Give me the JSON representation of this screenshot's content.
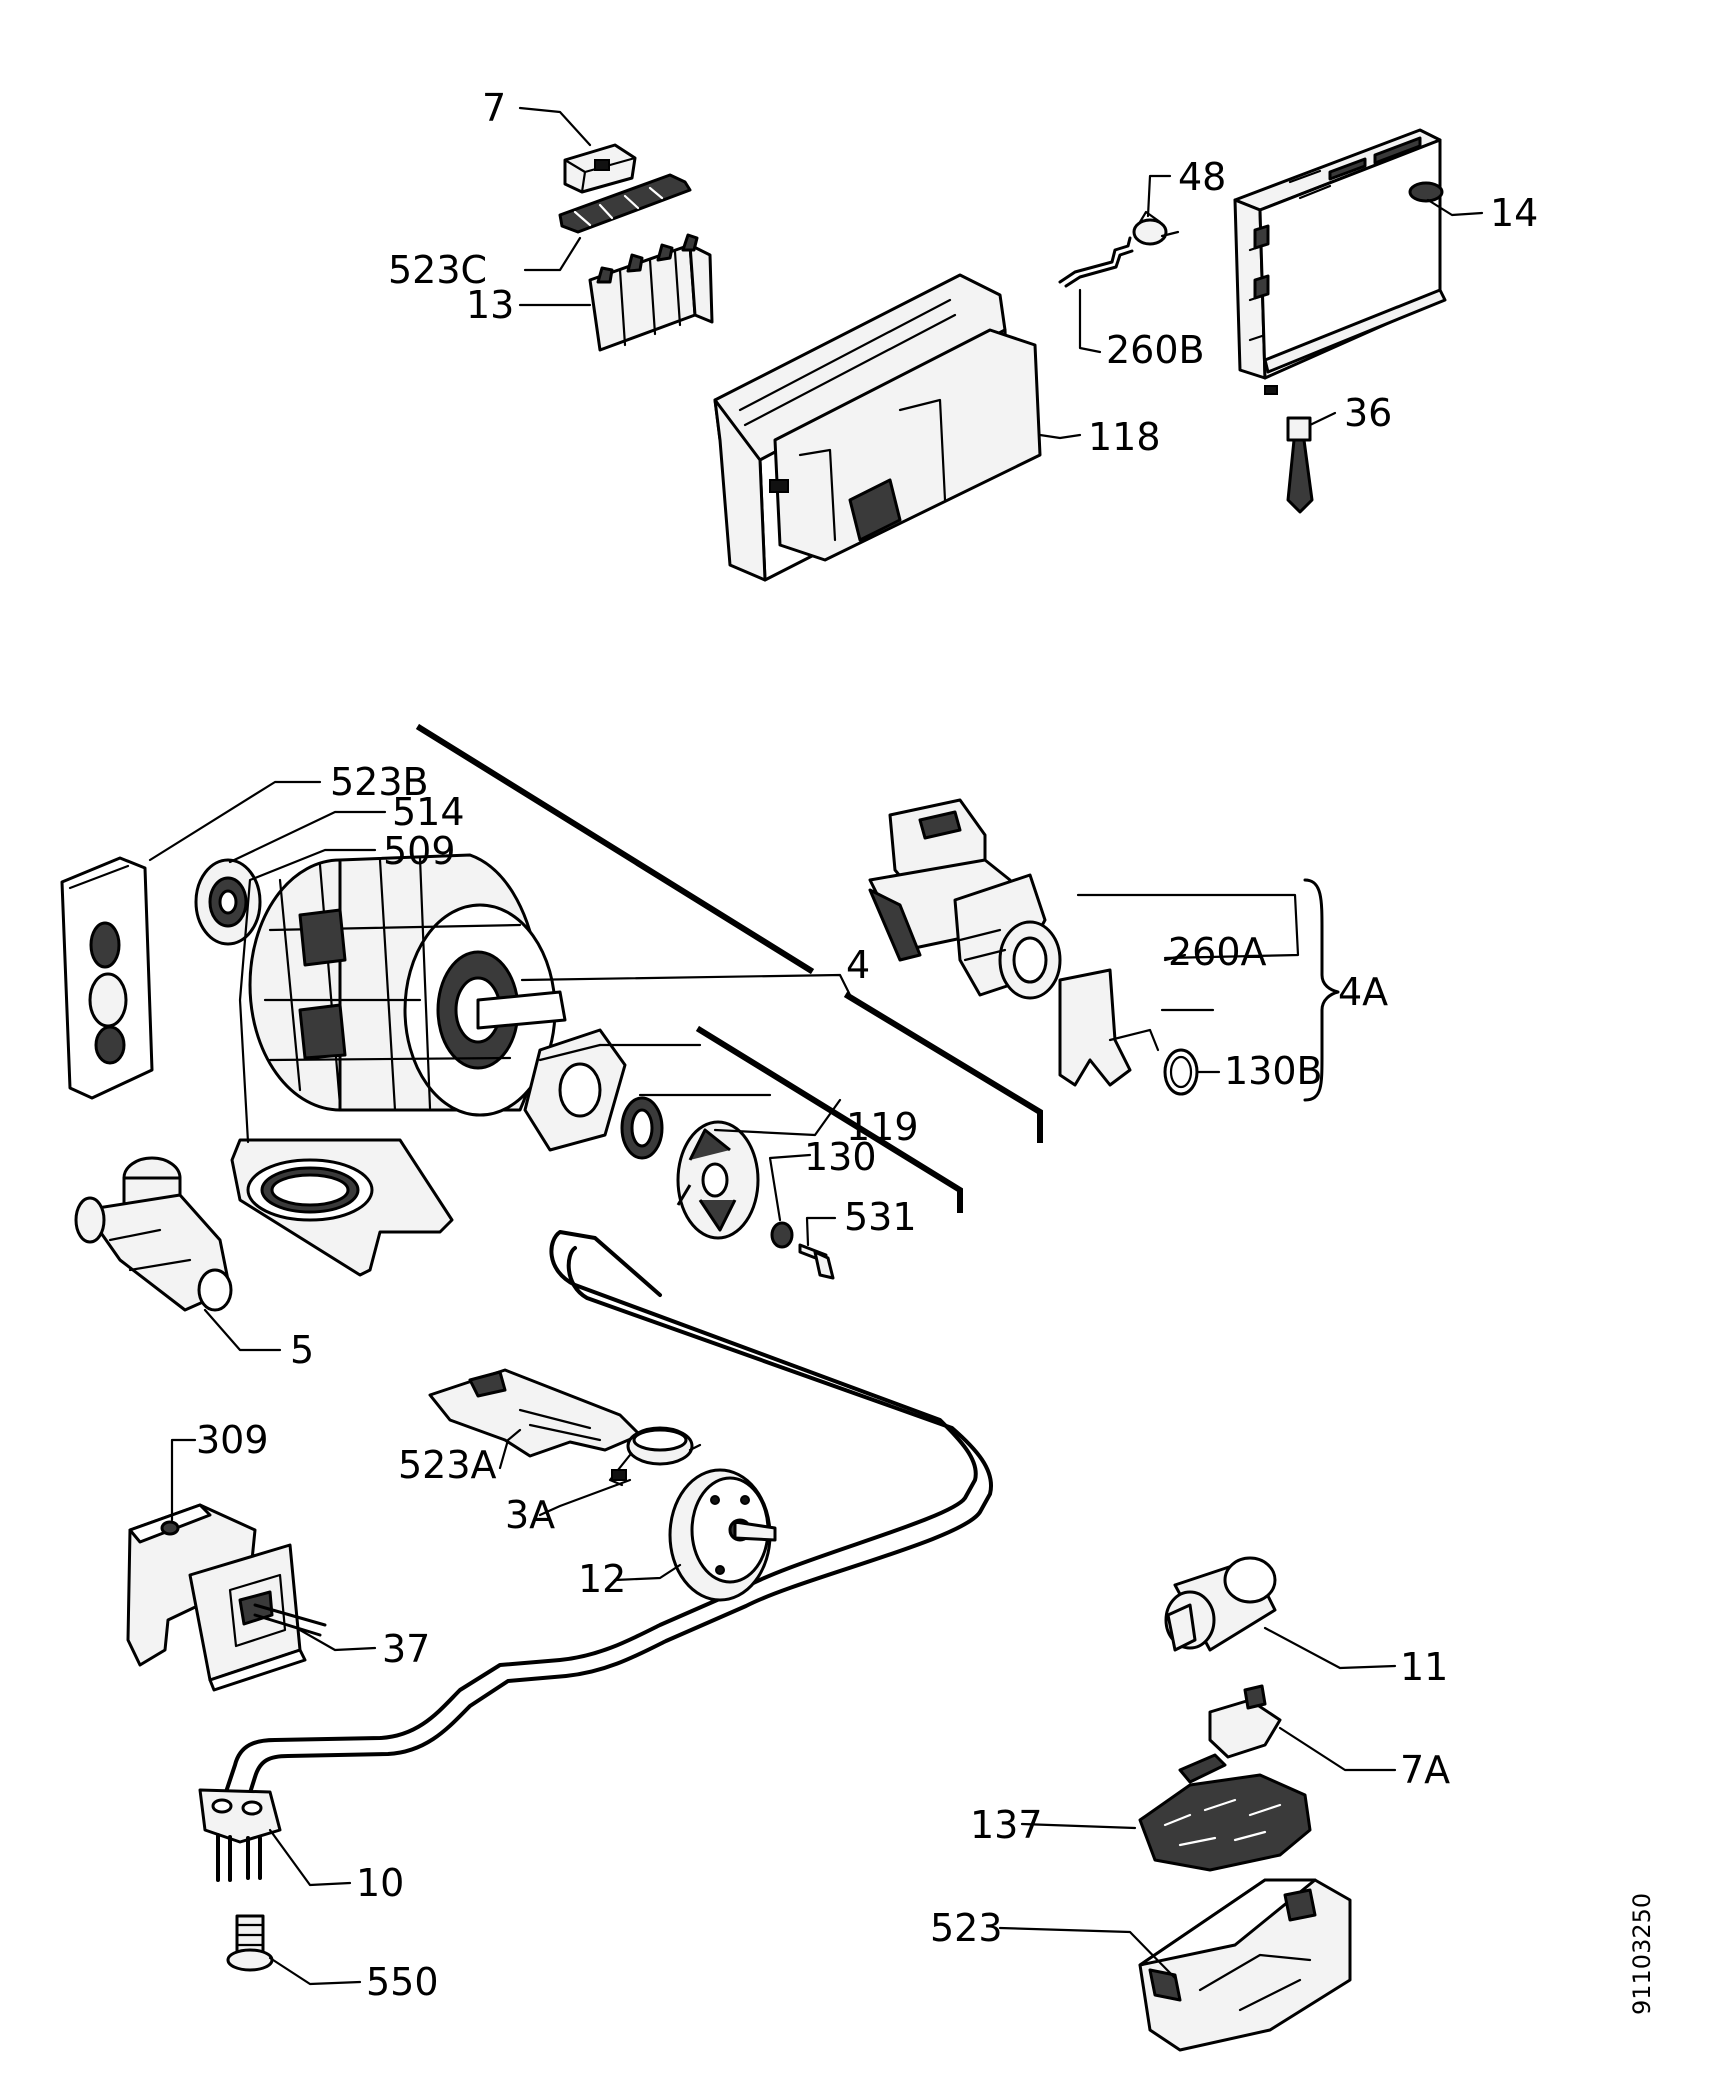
{
  "diagram": {
    "parts": [
      {
        "id": "p7",
        "label": "7"
      },
      {
        "id": "p523c",
        "label": "523C"
      },
      {
        "id": "p13",
        "label": "13"
      },
      {
        "id": "p48",
        "label": "48"
      },
      {
        "id": "p260b",
        "label": "260B"
      },
      {
        "id": "p14",
        "label": "14"
      },
      {
        "id": "p118",
        "label": "118"
      },
      {
        "id": "p36",
        "label": "36"
      },
      {
        "id": "p523b",
        "label": "523B"
      },
      {
        "id": "p514",
        "label": "514"
      },
      {
        "id": "p509",
        "label": "509"
      },
      {
        "id": "p4",
        "label": "4"
      },
      {
        "id": "p260a",
        "label": "260A"
      },
      {
        "id": "p4a",
        "label": "4A"
      },
      {
        "id": "p130b",
        "label": "130B"
      },
      {
        "id": "p119",
        "label": "119"
      },
      {
        "id": "p130",
        "label": "130"
      },
      {
        "id": "p531",
        "label": "531"
      },
      {
        "id": "p5",
        "label": "5"
      },
      {
        "id": "p309",
        "label": "309"
      },
      {
        "id": "p523a",
        "label": "523A"
      },
      {
        "id": "p3a",
        "label": "3A"
      },
      {
        "id": "p12",
        "label": "12"
      },
      {
        "id": "p37",
        "label": "37"
      },
      {
        "id": "p11",
        "label": "11"
      },
      {
        "id": "p7a",
        "label": "7A"
      },
      {
        "id": "p137",
        "label": "137"
      },
      {
        "id": "p10",
        "label": "10"
      },
      {
        "id": "p523",
        "label": "523"
      },
      {
        "id": "p550",
        "label": "550"
      }
    ],
    "drawing_code": "91103250"
  }
}
